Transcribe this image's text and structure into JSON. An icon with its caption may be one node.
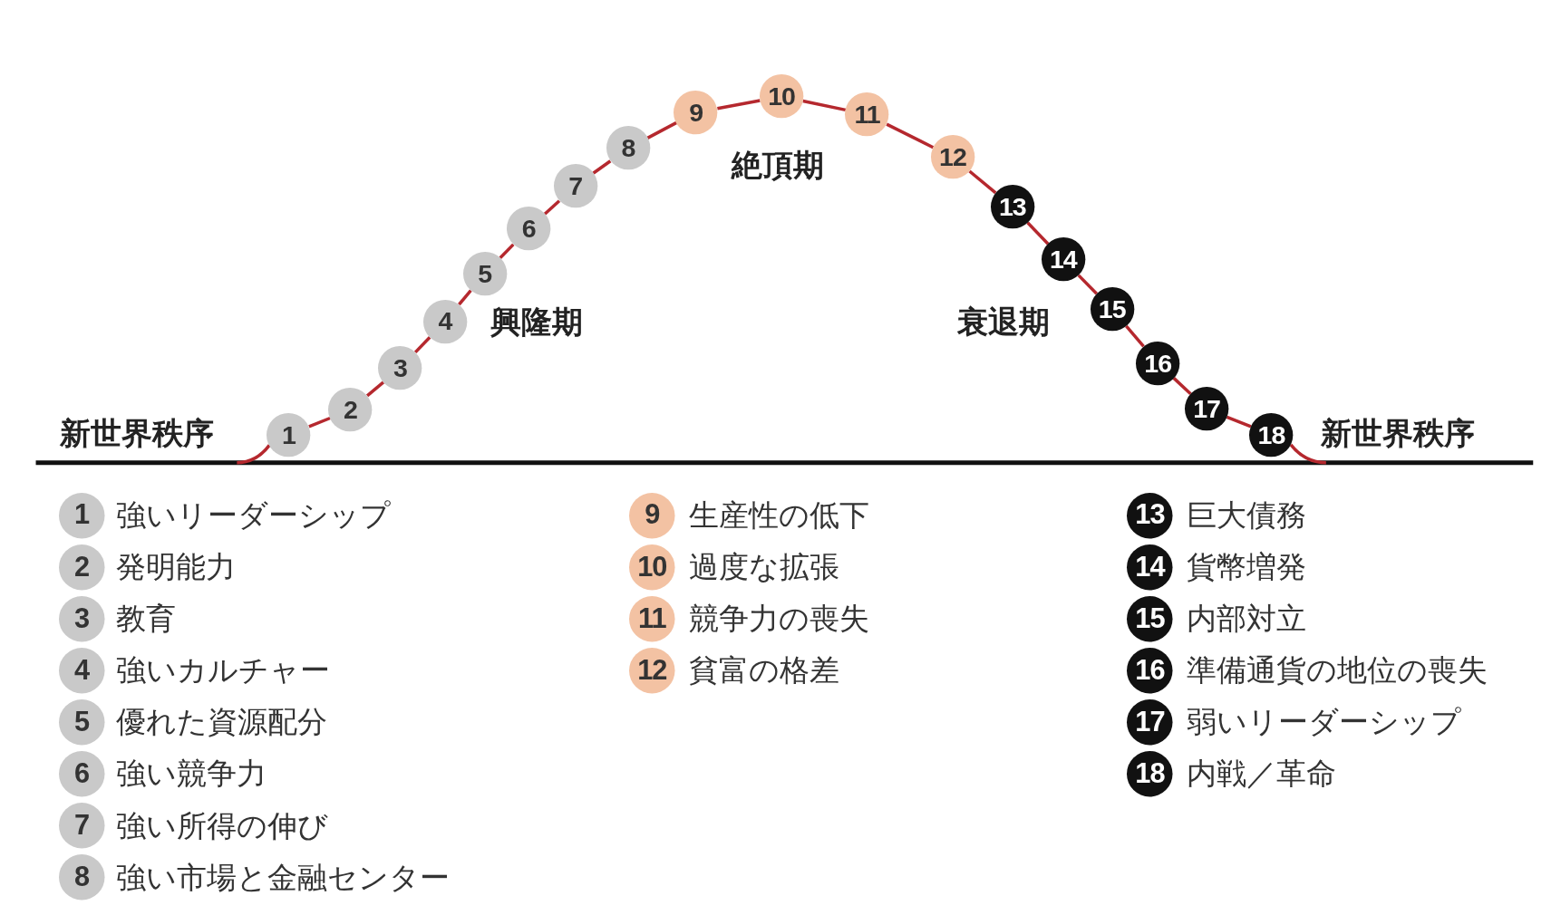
{
  "diagram": {
    "nodes": [
      {
        "text": [
          "1"
        ]
      },
      {
        "text": [
          "2"
        ]
      },
      {
        "text": [
          "3"
        ]
      },
      {
        "text": [
          "4"
        ]
      },
      {
        "text": [
          "5"
        ]
      },
      {
        "text": [
          "6"
        ]
      },
      {
        "text": [
          "7"
        ]
      },
      {
        "text": [
          "8"
        ]
      },
      {
        "text": [
          "9"
        ]
      },
      {
        "text": [
          "10"
        ]
      },
      {
        "text": [
          "11"
        ]
      },
      {
        "text": [
          "12"
        ]
      },
      {
        "text": [
          "13"
        ]
      },
      {
        "text": [
          "14"
        ]
      },
      {
        "text": [
          "15"
        ]
      },
      {
        "text": [
          "16"
        ]
      },
      {
        "text": [
          "17"
        ]
      },
      {
        "text": [
          "18"
        ]
      },
      {
        "text": [
          "1"
        ],
        "beside": [
          "強いリーダーシップ"
        ]
      },
      {
        "text": [
          "2"
        ],
        "beside": [
          "発明能力"
        ]
      },
      {
        "text": [
          "3"
        ],
        "beside": [
          "教育"
        ]
      },
      {
        "text": [
          "4"
        ],
        "beside": [
          "強いカルチャー"
        ]
      },
      {
        "text": [
          "5"
        ],
        "beside": [
          "優れた資源配分"
        ]
      },
      {
        "text": [
          "6"
        ],
        "beside": [
          "強い競争力"
        ]
      },
      {
        "text": [
          "7"
        ],
        "beside": [
          "強い所得の伸び"
        ]
      },
      {
        "text": [
          "8"
        ],
        "beside": [
          "強い市場と金融センター"
        ]
      },
      {
        "text": [
          "9"
        ],
        "beside": [
          "生産性の低下"
        ]
      },
      {
        "text": [
          "10"
        ],
        "beside": [
          "過度な拡張"
        ]
      },
      {
        "text": [
          "11"
        ],
        "beside": [
          "競争力の喪失"
        ]
      },
      {
        "text": [
          "12"
        ],
        "beside": [
          "貧富の格差"
        ]
      },
      {
        "text": [
          "13"
        ],
        "beside": [
          "巨大債務"
        ]
      },
      {
        "text": [
          "14"
        ],
        "beside": [
          "貨幣増発"
        ]
      },
      {
        "text": [
          "15"
        ],
        "beside": [
          "内部対立"
        ]
      },
      {
        "text": [
          "16"
        ],
        "beside": [
          "準備通貨の地位の喪失"
        ]
      },
      {
        "text": [
          "17"
        ],
        "beside": [
          "弱いリーダーシップ"
        ]
      },
      {
        "text": [
          "18"
        ],
        "beside": [
          "内戦／革命"
        ]
      }
    ],
    "edges": [
      {
        "from": null,
        "to": 0,
        "arrow": "none"
      },
      {
        "from": 0,
        "to": 1,
        "arrow": "none"
      },
      {
        "from": 1,
        "to": 2,
        "arrow": "none"
      },
      {
        "from": 2,
        "to": 3,
        "arrow": "none"
      },
      {
        "from": 3,
        "to": 4,
        "arrow": "none"
      },
      {
        "from": 4,
        "to": 5,
        "arrow": "none"
      },
      {
        "from": 5,
        "to": 6,
        "arrow": "none"
      },
      {
        "from": 6,
        "to": 7,
        "arrow": "none"
      },
      {
        "from": 7,
        "to": 8,
        "arrow": "none"
      },
      {
        "from": 8,
        "to": 9,
        "arrow": "none"
      },
      {
        "from": 9,
        "to": 10,
        "arrow": "none"
      },
      {
        "from": 10,
        "to": 11,
        "arrow": "none"
      },
      {
        "from": 11,
        "to": 12,
        "arrow": "none"
      },
      {
        "from": 12,
        "to": 13,
        "arrow": "none"
      },
      {
        "from": 13,
        "to": 14,
        "arrow": "none"
      },
      {
        "from": 14,
        "to": 15,
        "arrow": "none"
      },
      {
        "from": 15,
        "to": 16,
        "arrow": "none"
      },
      {
        "from": 16,
        "to": 17,
        "arrow": "none"
      },
      {
        "from": 17,
        "to": null,
        "arrow": "none"
      }
    ],
    "labels": [
      "絶頂期",
      "興隆期",
      "衰退期",
      "新世界秩序",
      "新世界秩序"
    ]
  }
}
